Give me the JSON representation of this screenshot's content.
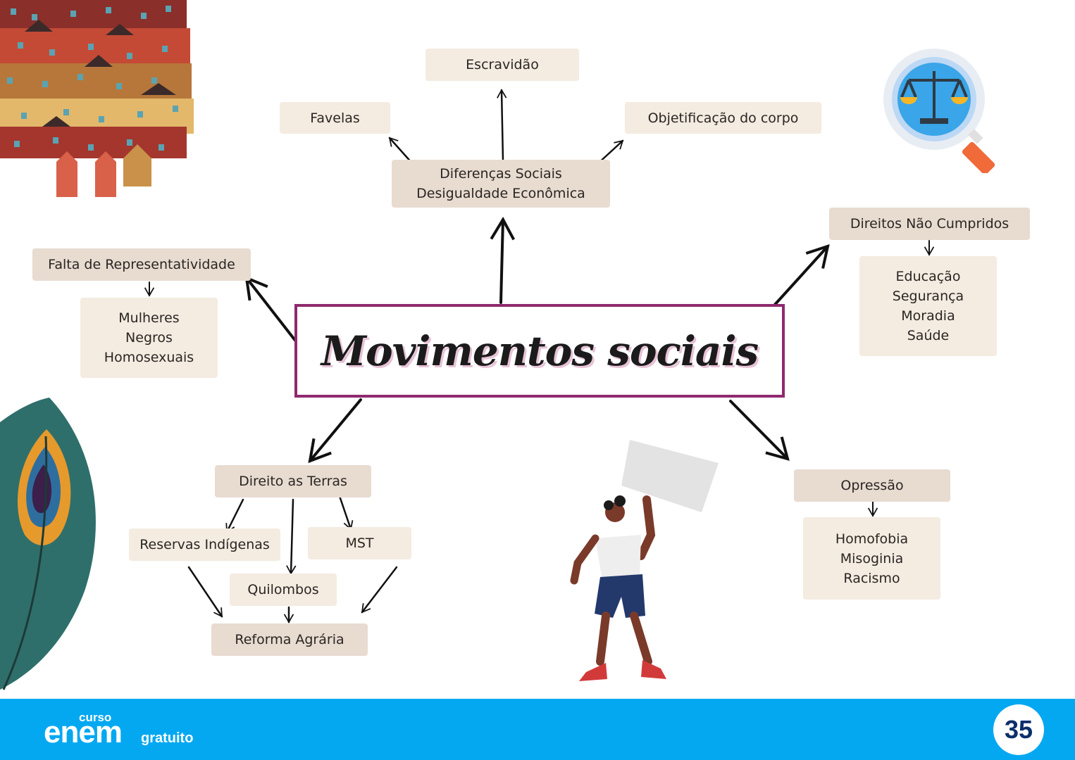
{
  "title": "Movimentos sociais",
  "nodes": {
    "escravidao": "Escravidão",
    "favelas": "Favelas",
    "objetificacao": "Objetificação do corpo",
    "diferencas": [
      "Diferenças Sociais",
      "Desigualdade Econômica"
    ],
    "direitos": "Direitos Não Cumpridos",
    "direitos_list": [
      "Educação",
      "Segurança",
      "Moradia",
      "Saúde"
    ],
    "representatividade": "Falta de Representatividade",
    "representatividade_list": [
      "Mulheres",
      "Negros",
      "Homosexuais"
    ],
    "terras": "Direito as Terras",
    "reservas": "Reservas Indígenas",
    "mst": "MST",
    "quilombos": "Quilombos",
    "reforma": "Reforma Agrária",
    "opressao": "Opressão",
    "opressao_list": [
      "Homofobia",
      "Misoginia",
      "Racismo"
    ]
  },
  "footer": {
    "brand_top": "curso",
    "brand_main": "enem",
    "brand_sub": "gratuito",
    "page_number": "35"
  },
  "colors": {
    "footer": "#04a8f1",
    "central_border": "#8e2a6f",
    "box_light": "#f4ebe1",
    "box_mid": "#e8dbd0"
  },
  "icons": [
    "houses-illustration",
    "justice-scale-magnifier-icon",
    "peacock-feather-illustration",
    "protester-with-sign-illustration"
  ]
}
